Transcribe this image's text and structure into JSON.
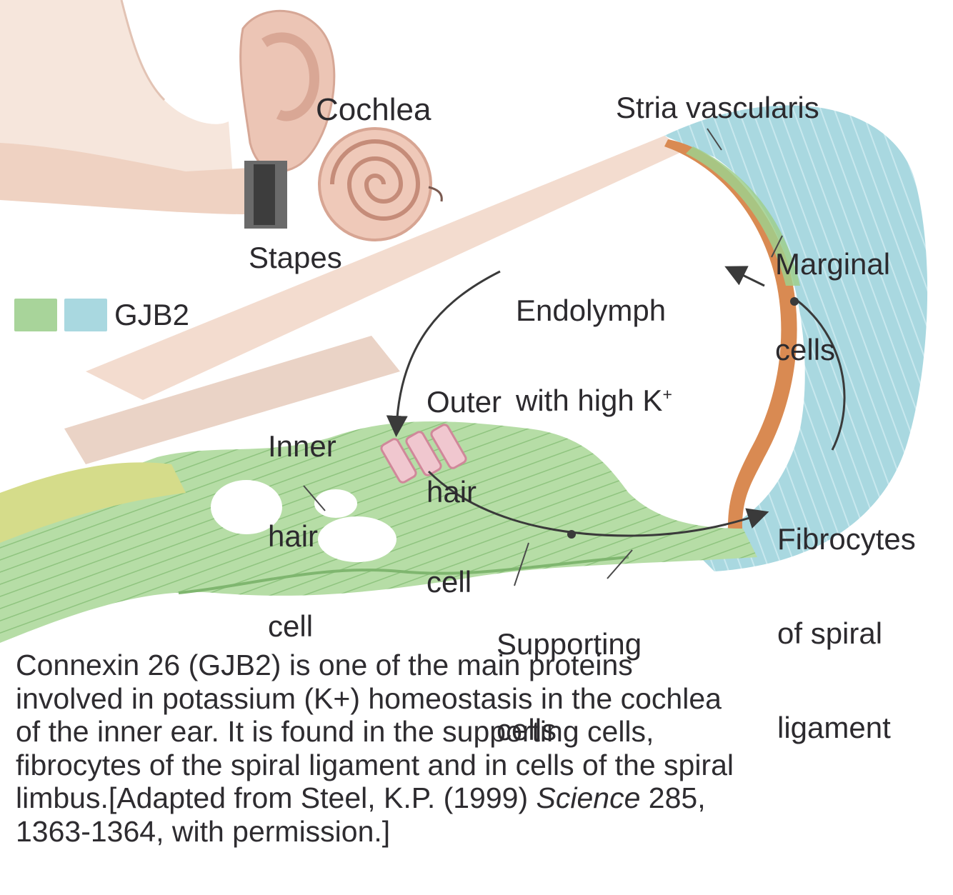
{
  "labels": {
    "cochlea": "Cochlea",
    "stapes": "Stapes",
    "stria_vascularis": "Stria vascularis",
    "marginal_cells": [
      "Marginal",
      "cells"
    ],
    "endolymph": [
      "Endolymph",
      "with high K"
    ],
    "endolymph_sup": "+",
    "outer_hair_cell": [
      "Outer",
      "hair",
      "cell"
    ],
    "inner_hair_cell": [
      "Inner",
      "hair",
      "cell"
    ],
    "fibrocytes": [
      "Fibrocytes",
      "of spiral",
      "ligament"
    ],
    "supporting_cells": [
      "Supporting",
      "cells"
    ]
  },
  "legend": {
    "label": "GJB2",
    "colors": [
      "#a8d49a",
      "#a9d8e0"
    ]
  },
  "caption": {
    "line1": "Connexin 26 (GJB2) is one of the main proteins",
    "line2": "involved in potassium (K+) homeostasis in the cochlea",
    "line3": "of the inner ear.  It is found in the supporting cells,",
    "line4": "fibrocytes of the spiral ligament and in cells of the spiral",
    "line5_a": "limbus.[Adapted from Steel, K.P. (1999) ",
    "line5_journal": "Science",
    "line5_b": " 285,",
    "line6": "1363-1364, with permission.]"
  },
  "colors": {
    "skin": "#f1dcd0",
    "ear_pink": "#e8b8a8",
    "green_tissue": "#a8d49a",
    "blue_tissue": "#a9d8e0",
    "stria_orange": "#d98a52",
    "text": "#2c2a2e"
  }
}
